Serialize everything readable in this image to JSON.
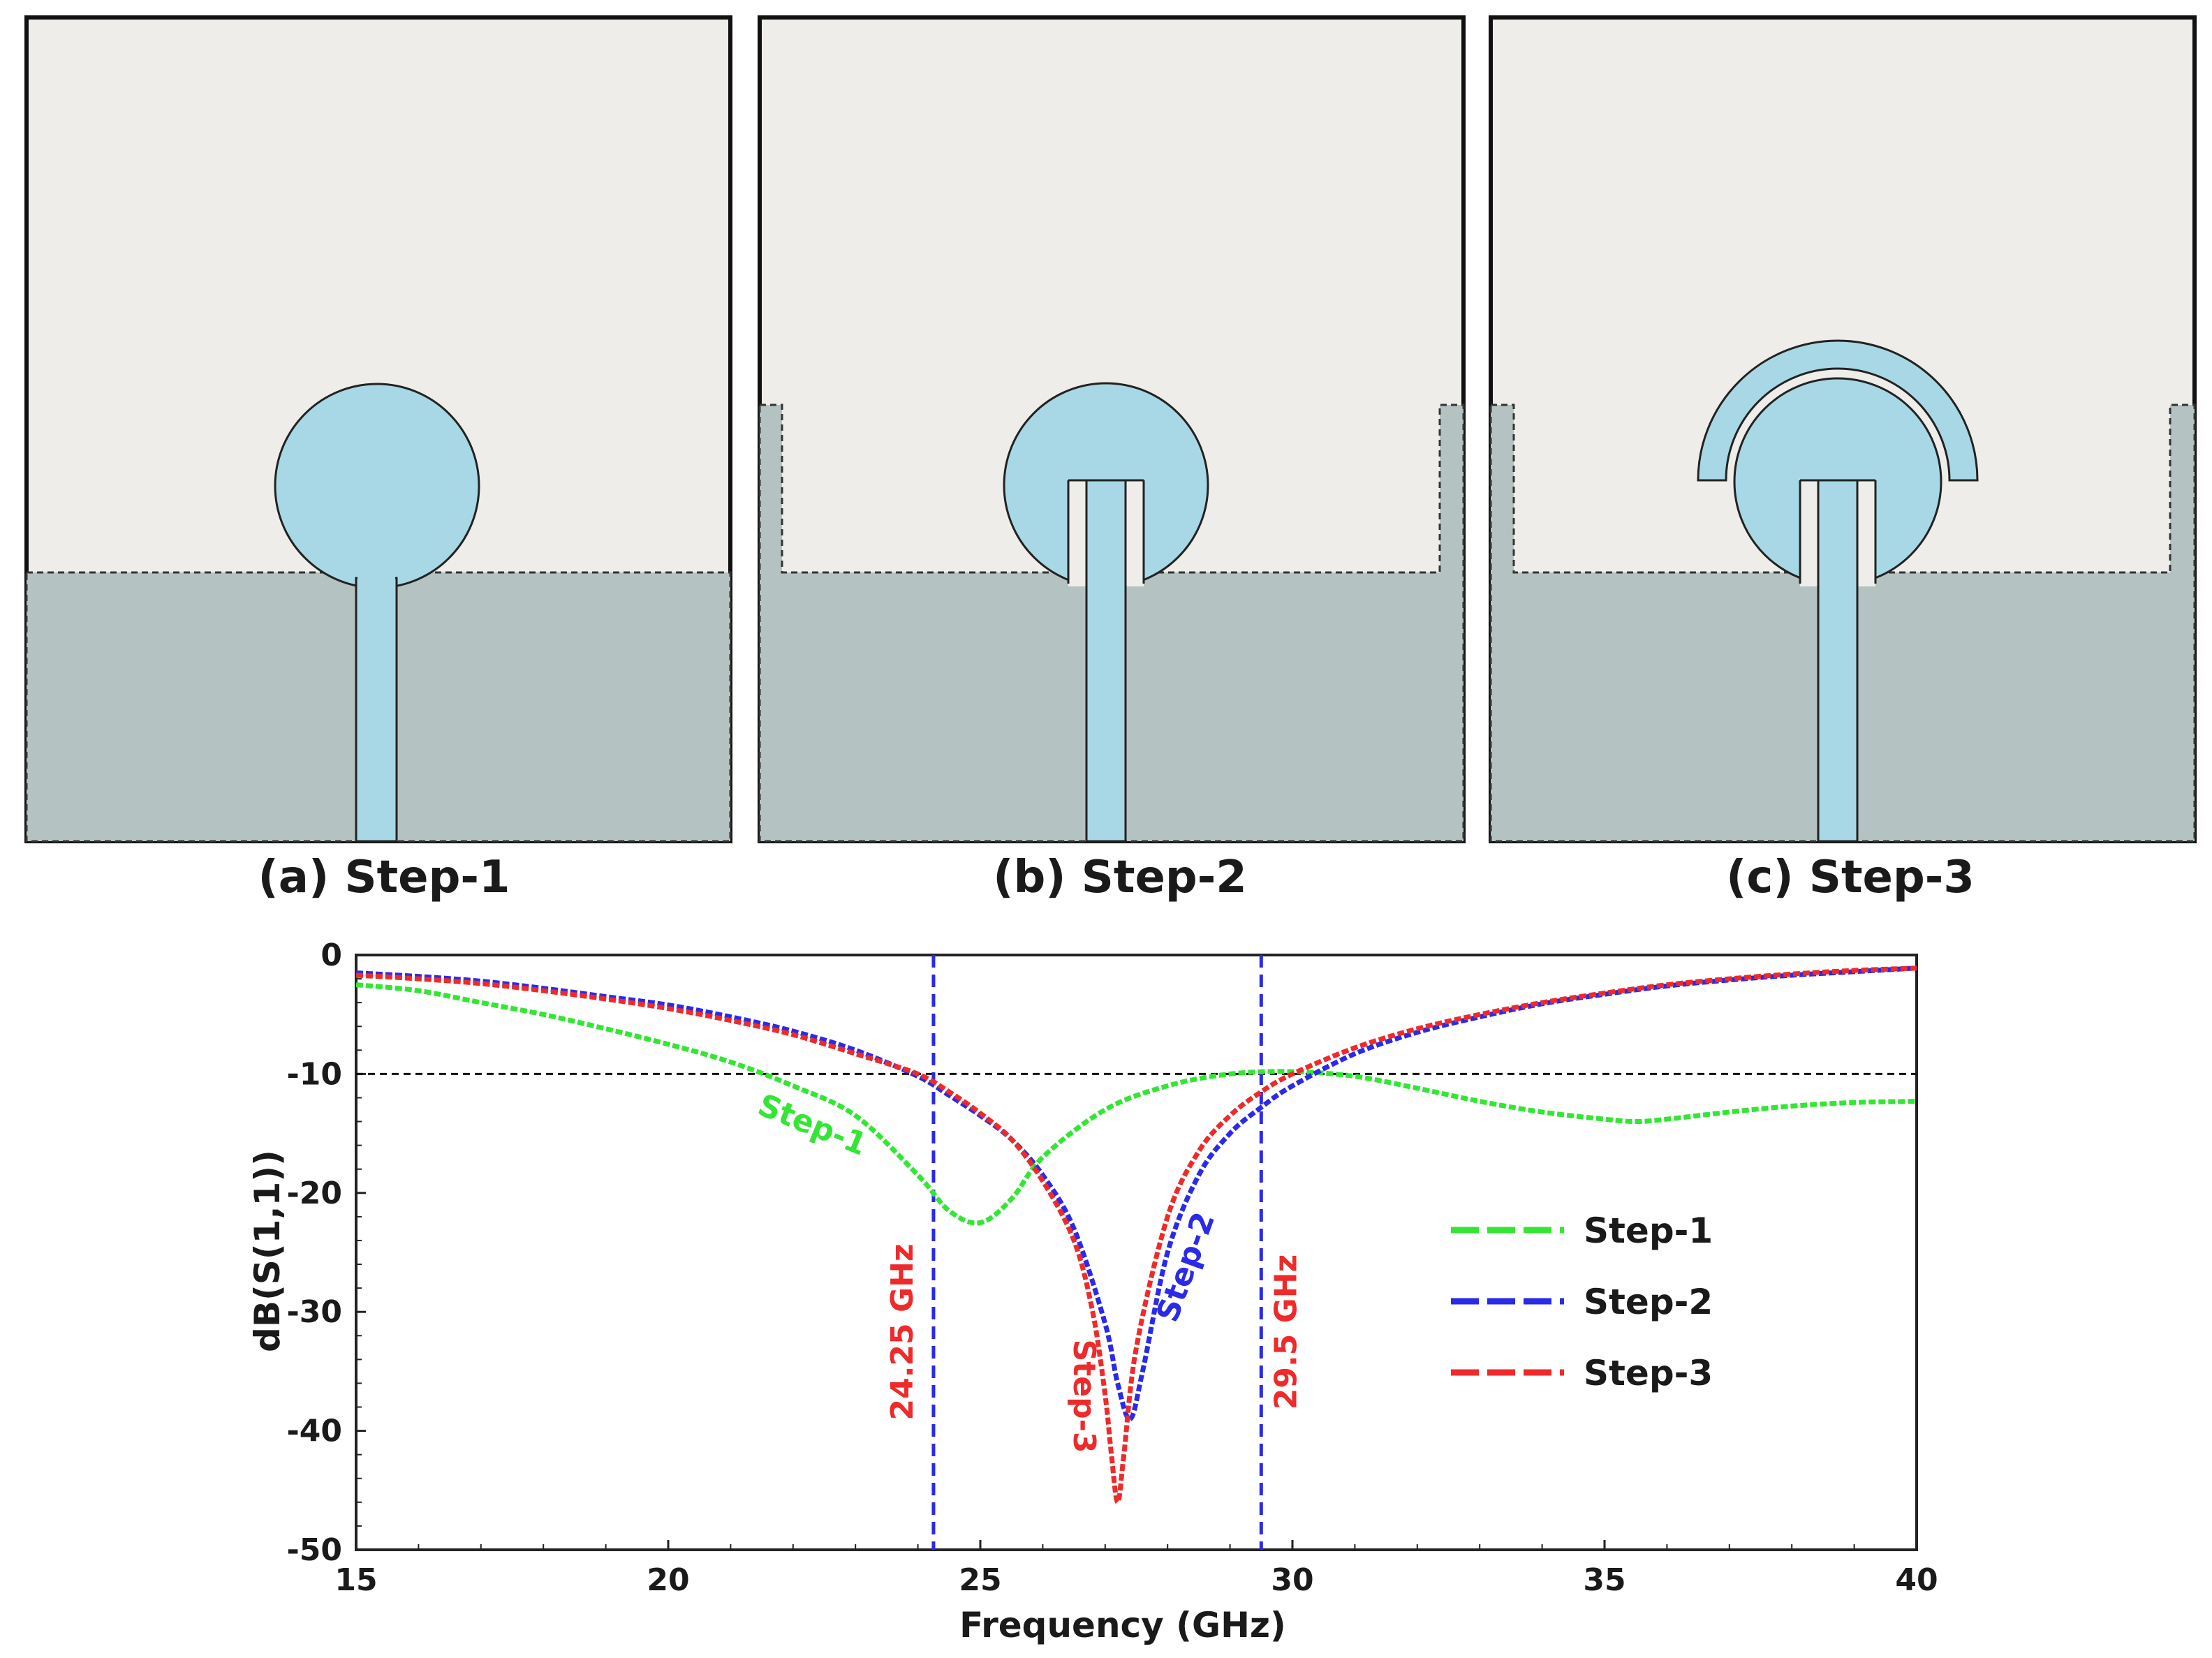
{
  "panels": [
    {
      "caption": "(a) Step-1"
    },
    {
      "caption": "(b) Step-2"
    },
    {
      "caption": "(c) Step-3"
    }
  ],
  "colors": {
    "substrate": "#efedea",
    "ground": "#b5c2c2",
    "patch": "#a8d8e6",
    "step1": "#33e633",
    "step2": "#2a2ae8",
    "step3": "#ee2a2a",
    "marker": "#2a2ae8"
  },
  "chart_data": {
    "type": "line",
    "title": "",
    "xlabel": "Frequency (GHz)",
    "ylabel": "dB(S(1,1))",
    "xlim": [
      15,
      40
    ],
    "ylim": [
      -50,
      0
    ],
    "xticks": [
      15,
      20,
      25,
      30,
      35,
      40
    ],
    "yticks": [
      0,
      -10,
      -20,
      -30,
      -40,
      -50
    ],
    "reference_line": -10,
    "markers": [
      {
        "x": 24.25,
        "label": "24.25 GHz"
      },
      {
        "x": 29.5,
        "label": "29.5 GHz"
      }
    ],
    "legend_position": "right",
    "series": [
      {
        "name": "Step-1",
        "curve_label": "Step-1",
        "x": [
          15,
          16,
          17,
          18,
          19,
          20,
          21,
          22,
          23,
          24,
          24.5,
          25,
          25.5,
          26,
          27,
          28,
          29,
          30,
          31,
          32,
          33,
          34,
          35,
          35.5,
          36,
          37,
          38,
          39,
          40
        ],
        "y": [
          -2.5,
          -3,
          -4,
          -5,
          -6.2,
          -7.5,
          -9,
          -11,
          -13.5,
          -18.5,
          -21.5,
          -22.5,
          -20.5,
          -17,
          -13,
          -11,
          -10,
          -9.8,
          -10.2,
          -11.2,
          -12.3,
          -13.2,
          -13.8,
          -14,
          -13.8,
          -13.2,
          -12.7,
          -12.4,
          -12.3
        ]
      },
      {
        "name": "Step-2",
        "curve_label": "Step-2",
        "x": [
          15,
          16,
          17,
          18,
          19,
          20,
          21,
          22,
          23,
          24,
          24.5,
          25,
          25.5,
          26,
          26.5,
          27,
          27.2,
          27.4,
          27.6,
          28,
          28.5,
          29,
          29.5,
          30,
          31,
          32,
          33,
          34,
          35,
          36,
          37,
          38,
          39,
          40
        ],
        "y": [
          -1.5,
          -1.8,
          -2.2,
          -2.8,
          -3.5,
          -4.2,
          -5.2,
          -6.4,
          -8,
          -10.2,
          -11.8,
          -13.5,
          -15.5,
          -18.5,
          -23,
          -31,
          -36,
          -39,
          -35,
          -25,
          -18.5,
          -15,
          -12.8,
          -11,
          -8.3,
          -6.5,
          -5.2,
          -4.1,
          -3.3,
          -2.6,
          -2.1,
          -1.7,
          -1.4,
          -1.1
        ]
      },
      {
        "name": "Step-3",
        "curve_label": "Step-3",
        "x": [
          15,
          16,
          17,
          18,
          19,
          20,
          21,
          22,
          23,
          24,
          24.5,
          25,
          25.5,
          26,
          26.5,
          26.8,
          27,
          27.1,
          27.2,
          27.3,
          27.5,
          28,
          28.5,
          29,
          29.5,
          30,
          31,
          32,
          33,
          34,
          35,
          36,
          37,
          38,
          39,
          40
        ],
        "y": [
          -1.7,
          -2,
          -2.4,
          -3,
          -3.7,
          -4.5,
          -5.5,
          -6.7,
          -8.3,
          -10,
          -11.5,
          -13.3,
          -15.5,
          -19,
          -24,
          -30,
          -37,
          -42,
          -46,
          -42,
          -33,
          -22,
          -16.5,
          -13.5,
          -11.5,
          -10,
          -7.8,
          -6.2,
          -5,
          -4,
          -3.2,
          -2.5,
          -2,
          -1.6,
          -1.3,
          -1.1
        ]
      }
    ]
  }
}
